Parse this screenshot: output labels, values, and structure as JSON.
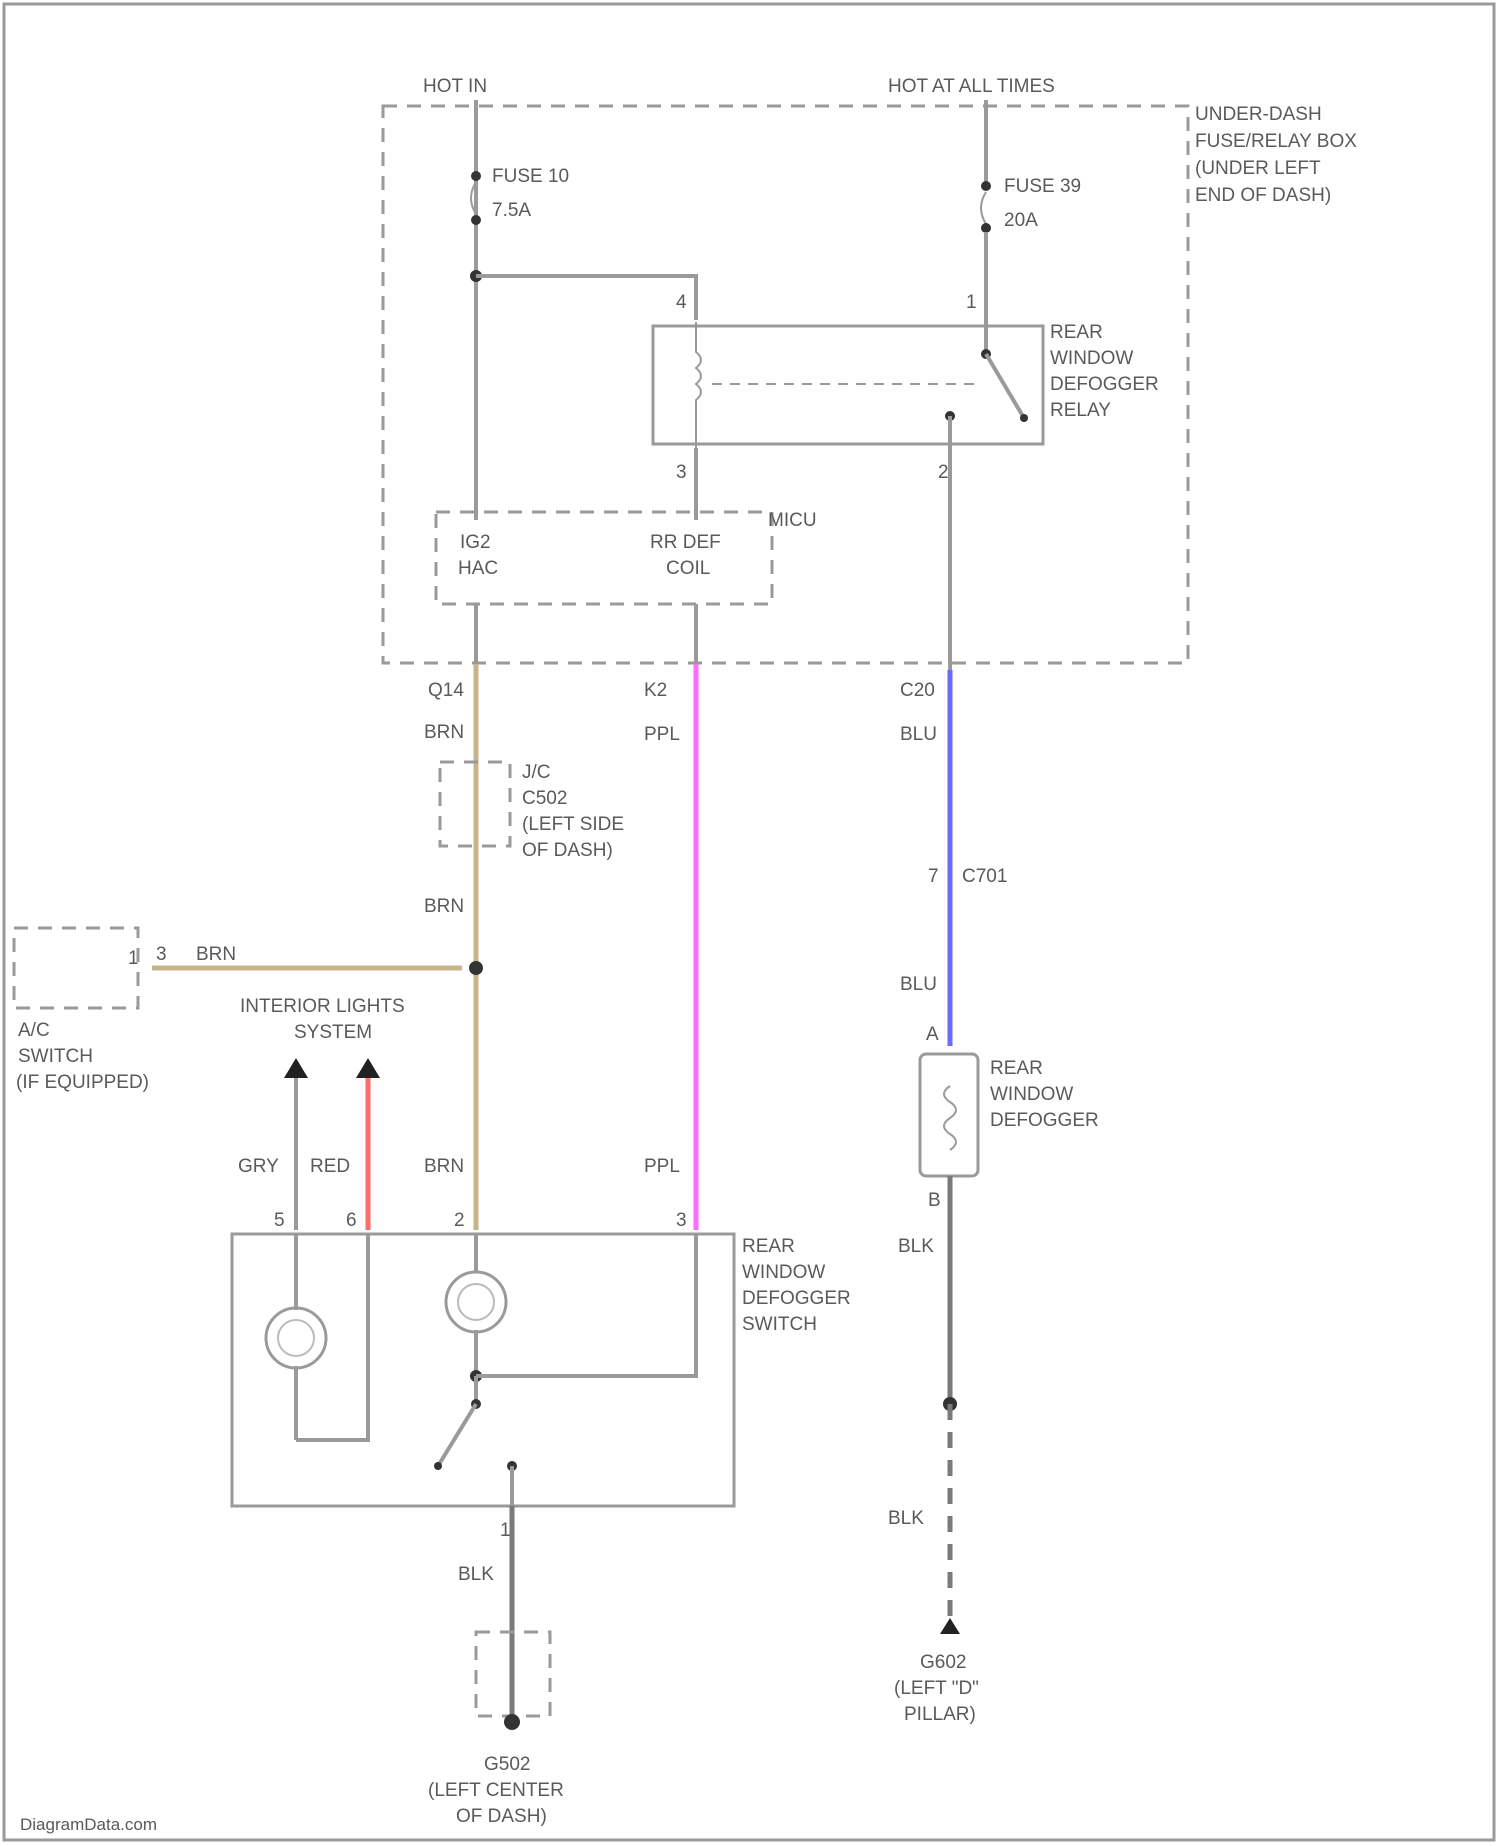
{
  "sources": {
    "hot_in": "HOT IN",
    "hot_at_all_times": "HOT AT ALL TIMES"
  },
  "fuse_box": {
    "label_lines": [
      "UNDER-DASH",
      "FUSE/RELAY BOX",
      "(UNDER LEFT",
      "END OF DASH)"
    ]
  },
  "fuse10": {
    "name": "FUSE 10",
    "rating": "7.5A"
  },
  "fuse39": {
    "name": "FUSE 39",
    "rating": "20A"
  },
  "relay": {
    "label_lines": [
      "REAR",
      "WINDOW",
      "DEFOGGER",
      "RELAY"
    ],
    "pins": {
      "coil_in": "4",
      "coil_out": "3",
      "sw_in": "1",
      "sw_out": "2"
    }
  },
  "micu": {
    "label": "MICU",
    "left_lines": [
      "IG2",
      "HAC"
    ],
    "right_lines": [
      "RR DEF",
      "COIL"
    ]
  },
  "connectors": {
    "q14": "Q14",
    "k2": "K2",
    "c20": "C20",
    "c701": "C701",
    "c701_pin": "7"
  },
  "wire_colors": {
    "brn": "BRN",
    "ppl": "PPL",
    "blu": "BLU",
    "blk": "BLK",
    "gry": "GRY",
    "red": "RED"
  },
  "jc": {
    "label_lines": [
      "J/C",
      "C502",
      "(LEFT SIDE",
      "OF DASH)"
    ]
  },
  "ac_switch": {
    "label_lines": [
      "A/C",
      "SWITCH",
      "(IF EQUIPPED)"
    ],
    "pin": "1",
    "pin_b": "3"
  },
  "interior_lights": {
    "label_lines": [
      "INTERIOR LIGHTS",
      "SYSTEM"
    ]
  },
  "defogger": {
    "label_lines": [
      "REAR",
      "WINDOW",
      "DEFOGGER"
    ],
    "pin_a": "A",
    "pin_b": "B"
  },
  "defog_switch": {
    "label_lines": [
      "REAR",
      "WINDOW",
      "DEFOGGER",
      "SWITCH"
    ],
    "pin_gry": "5",
    "pin_red": "6",
    "pin_brn": "2",
    "pin_ppl": "3",
    "pin_blk": "1"
  },
  "grounds": {
    "g502": [
      "G502",
      "(LEFT CENTER",
      "OF DASH)"
    ],
    "g602": [
      "G602",
      "(LEFT \"D\"",
      "PILLAR)"
    ]
  },
  "watermark": "DiagramData.com",
  "colors": {
    "brn": "#c8b48a",
    "ppl": "#ff6aff",
    "blu": "#6b6bff",
    "red": "#ff6b6b",
    "line": "#9a9a9a"
  }
}
